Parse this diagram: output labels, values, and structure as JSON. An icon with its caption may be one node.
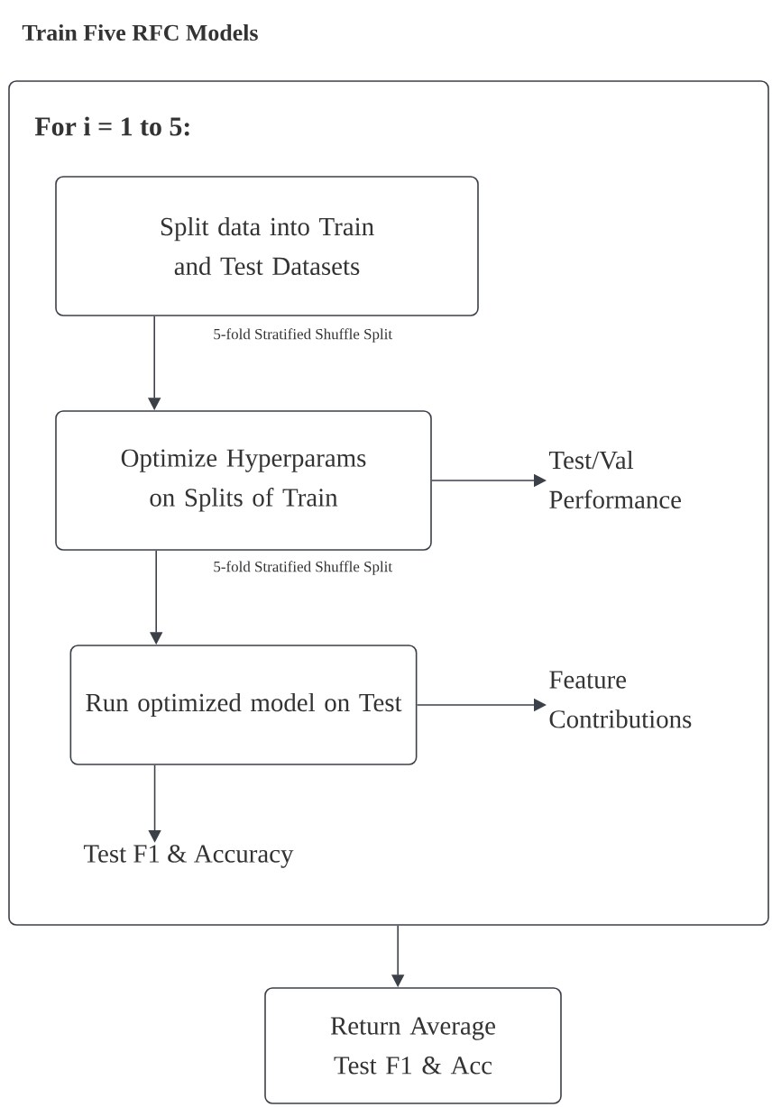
{
  "diagram": {
    "title": "Train Five RFC Models",
    "nodes": [
      {
        "text": [
          "For i = 1 to 5:"
        ]
      },
      {
        "text": [
          "Split data into Train and Test Datasets"
        ],
        "in": 0
      },
      {
        "text": [
          "Optimize Hyperparams on Splits of Train"
        ],
        "in": 0
      },
      {
        "text": [
          "Test/Val Performance"
        ],
        "in": 0
      },
      {
        "text": [
          "Run optimized model on Test"
        ],
        "in": 0
      },
      {
        "text": [
          "Feature Contributions"
        ],
        "in": 0
      },
      {
        "text": [
          "Test F1 & Accuracy"
        ],
        "in": 0
      },
      {
        "text": [
          "Return Average Test F1 & Acc"
        ]
      }
    ],
    "edges": [
      {
        "from": 1,
        "to": 2,
        "arrow": "to",
        "label": "5-fold Stratified Shuffle Split"
      },
      {
        "from": 2,
        "to": 3,
        "arrow": "to"
      },
      {
        "from": 2,
        "to": 4,
        "arrow": "to",
        "label": "5-fold Stratified Shuffle Split"
      },
      {
        "from": 4,
        "to": 5,
        "arrow": "to"
      },
      {
        "from": 4,
        "to": 6,
        "arrow": "to"
      },
      {
        "from": 0,
        "to": 7,
        "arrow": "to"
      }
    ]
  }
}
